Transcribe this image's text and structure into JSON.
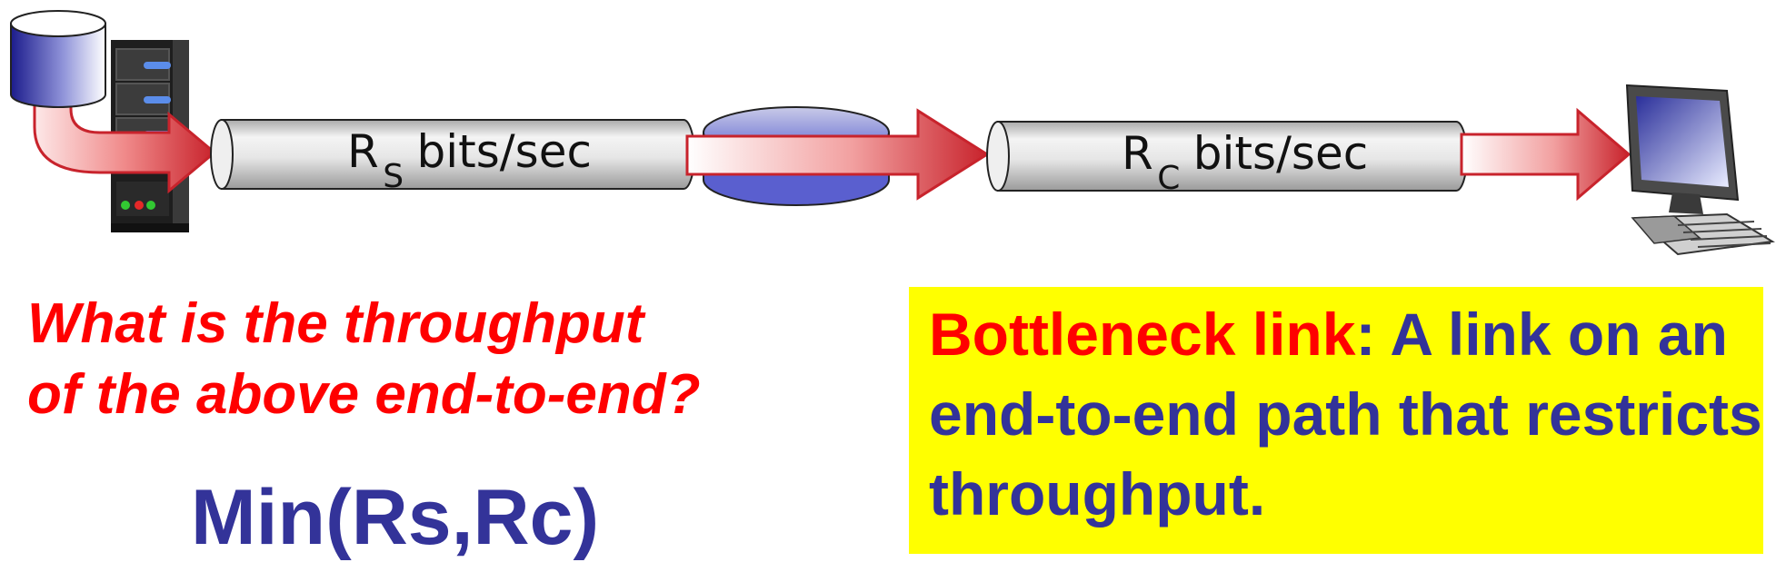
{
  "diagram": {
    "link_server": {
      "rate_symbol": "R",
      "rate_subscript": "S",
      "unit": "bits/sec"
    },
    "link_client": {
      "rate_symbol": "R",
      "rate_subscript": "C",
      "unit": "bits/sec"
    },
    "colors": {
      "arrow_red": "#c8232c",
      "router_blue": "#5a5fcf",
      "pipe_gray": "#d4d4d4",
      "server_dark": "#1e1e1e"
    },
    "icons": [
      "database-icon",
      "server-icon",
      "router-icon",
      "desktop-computer-icon"
    ]
  },
  "question": {
    "line1": "What is the throughput",
    "line2": "of the above end-to-end?"
  },
  "answer": "Min(Rs,Rc)",
  "definition": {
    "term": "Bottleneck link",
    "text": ": A link on an end-to-end path that restricts throughput.",
    "background": "#ffff00",
    "term_color": "#ff0000",
    "text_color": "#333399"
  }
}
